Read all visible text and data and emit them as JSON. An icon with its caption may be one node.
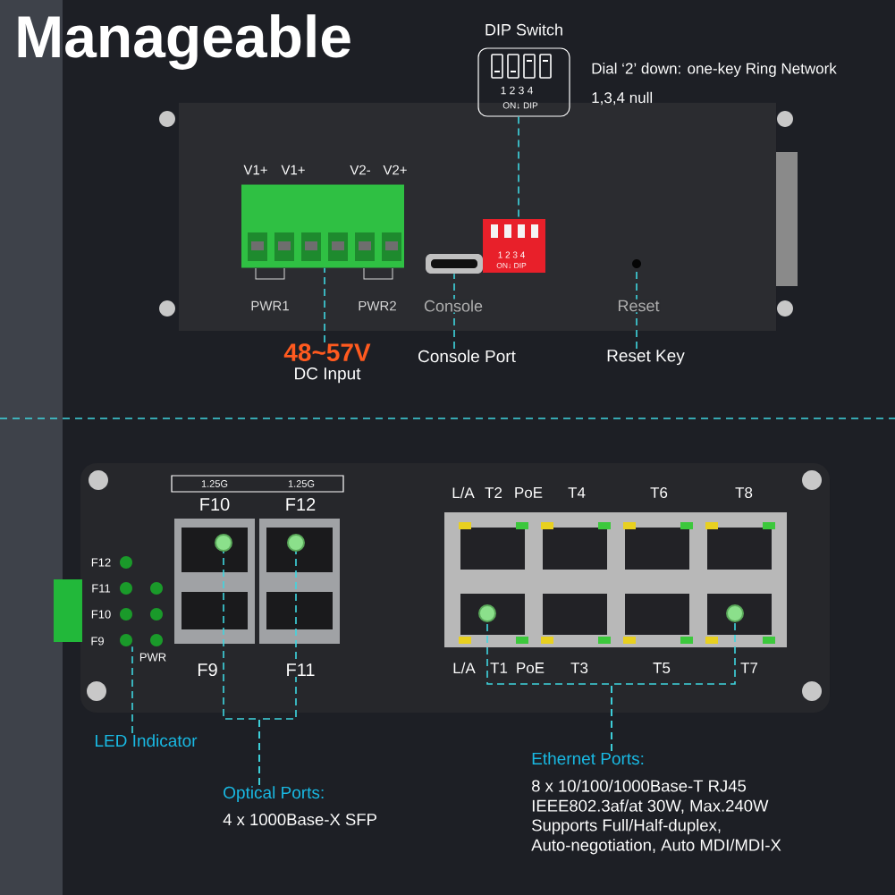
{
  "diagram": {
    "title": "Manageable",
    "nodes": [
      {
        "text": [
          "DIP Switch",
          "1 2 3 4",
          "ON↓ DIP"
        ]
      },
      {
        "text": [
          "1 2 3 4",
          "ON↓ DIP"
        ]
      },
      {
        "text": [],
        "shape": "box",
        "beside": [
          "V1+",
          "V1+",
          "V2-",
          "V2+"
        ]
      },
      {
        "text": [
          "48~57V",
          "DC Input"
        ]
      },
      {
        "text": [],
        "shape": "box"
      },
      {
        "text": [
          "Console Port"
        ]
      },
      {
        "text": [],
        "shape": "circle"
      },
      {
        "text": [
          "Reset Key"
        ]
      },
      {
        "text": [],
        "shape": "circle"
      },
      {
        "text": [
          "LED Indicator"
        ]
      },
      {
        "text": [],
        "shape": "circle"
      },
      {
        "text": [],
        "shape": "circle"
      },
      {
        "text": [
          "Optical Ports:",
          "4 x 1000Base-X SFP"
        ]
      },
      {
        "text": [],
        "shape": "circle"
      },
      {
        "text": [],
        "shape": "circle"
      },
      {
        "text": [
          "Ethernet Ports:",
          "8 x 10/100/1000Base-T RJ45 IEEE802.3af/at 30W, Max.240W",
          "Supports Full/Half-duplex, Auto-negotiation, Auto MDI/MDI-X"
        ]
      },
      {
        "text": [],
        "shape": "circle"
      },
      {
        "text": [],
        "shape": "circle"
      },
      {
        "text": [],
        "shape": "circle"
      },
      {
        "text": [],
        "shape": "circle"
      },
      {
        "text": [],
        "shape": "circle"
      },
      {
        "text": [],
        "shape": "circle"
      }
    ],
    "edges": [
      {
        "from": 0,
        "to": 1,
        "arrow": "none",
        "style": "dashed"
      },
      {
        "from": 3,
        "to": 2,
        "arrow": "none",
        "style": "dashed"
      },
      {
        "from": 5,
        "to": 4,
        "arrow": "none",
        "style": "dashed"
      },
      {
        "from": 7,
        "to": 6,
        "arrow": "none",
        "style": "dashed"
      },
      {
        "from": 9,
        "to": 8,
        "arrow": "none",
        "style": "dashed"
      },
      {
        "from": 12,
        "to": 10,
        "arrow": "none",
        "style": "dashed"
      },
      {
        "from": 12,
        "to": 11,
        "arrow": "none",
        "style": "dashed"
      },
      {
        "from": 15,
        "to": 13,
        "arrow": "none",
        "style": "dashed"
      },
      {
        "from": 15,
        "to": 14,
        "arrow": "none",
        "style": "dashed"
      }
    ],
    "labels": [
      "Dial ‘2’ down: one-key Ring Network",
      "1,3,4 null",
      "PWR1",
      "PWR2",
      "Console",
      "Reset",
      "1.25G",
      "1.25G",
      "F10",
      "F12",
      "L/A",
      "T2",
      "PoE",
      "T4",
      "T6",
      "T8",
      "F12",
      "F11",
      "F10",
      "F9",
      "PWR",
      "F9",
      "F11",
      "L/A",
      "T1",
      "PoE",
      "T3",
      "T5",
      "T7"
    ]
  }
}
